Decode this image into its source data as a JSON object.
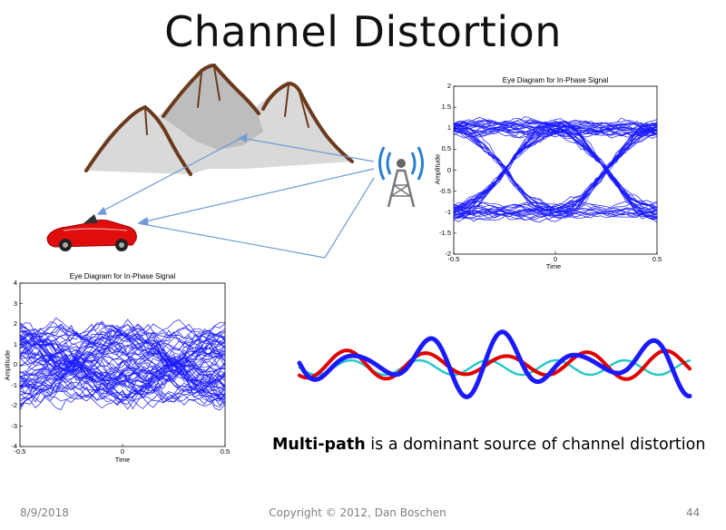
{
  "slide": {
    "title": "Channel Distortion",
    "caption_bold": "Multi-path",
    "caption_rest": " is a dominant source of channel distortion",
    "footer_date": "8/9/2018",
    "footer_copyright": "Copyright © 2012, Dan Boschen",
    "footer_page": "44"
  },
  "icons": [
    "mountains-illustration",
    "car-illustration",
    "tower-icon"
  ],
  "colors": {
    "trace": "#1a1aff",
    "ray": "#6f9bd6",
    "red_wave": "#e00000",
    "cyan_wave": "#28c8c8"
  },
  "chart_data": [
    {
      "type": "line",
      "title": "Eye Diagram for In-Phase Signal",
      "xlabel": "Time",
      "ylabel": "Amplitude",
      "xlim": [
        -0.5,
        0.5
      ],
      "ylim": [
        -2,
        2
      ],
      "x_ticks": [
        "-0.5",
        "0",
        "0.5"
      ],
      "y_ticks": [
        "2",
        "1.5",
        "1",
        "0.5",
        "0",
        "-0.5",
        "-1",
        "-1.5",
        "-2"
      ],
      "description_levels": [
        -1,
        1
      ]
    },
    {
      "type": "line",
      "title": "Eye Diagram for In-Phase Signal",
      "xlabel": "Time",
      "ylabel": "Amplitude",
      "xlim": [
        -0.5,
        0.5
      ],
      "ylim": [
        -4,
        4
      ],
      "x_ticks": [
        "-0.5",
        "0",
        "0.5"
      ],
      "y_ticks": [
        "4",
        "3",
        "2",
        "1",
        "0",
        "-1",
        "-2",
        "-3",
        "-4"
      ],
      "description_levels": [
        -1,
        1
      ]
    }
  ]
}
